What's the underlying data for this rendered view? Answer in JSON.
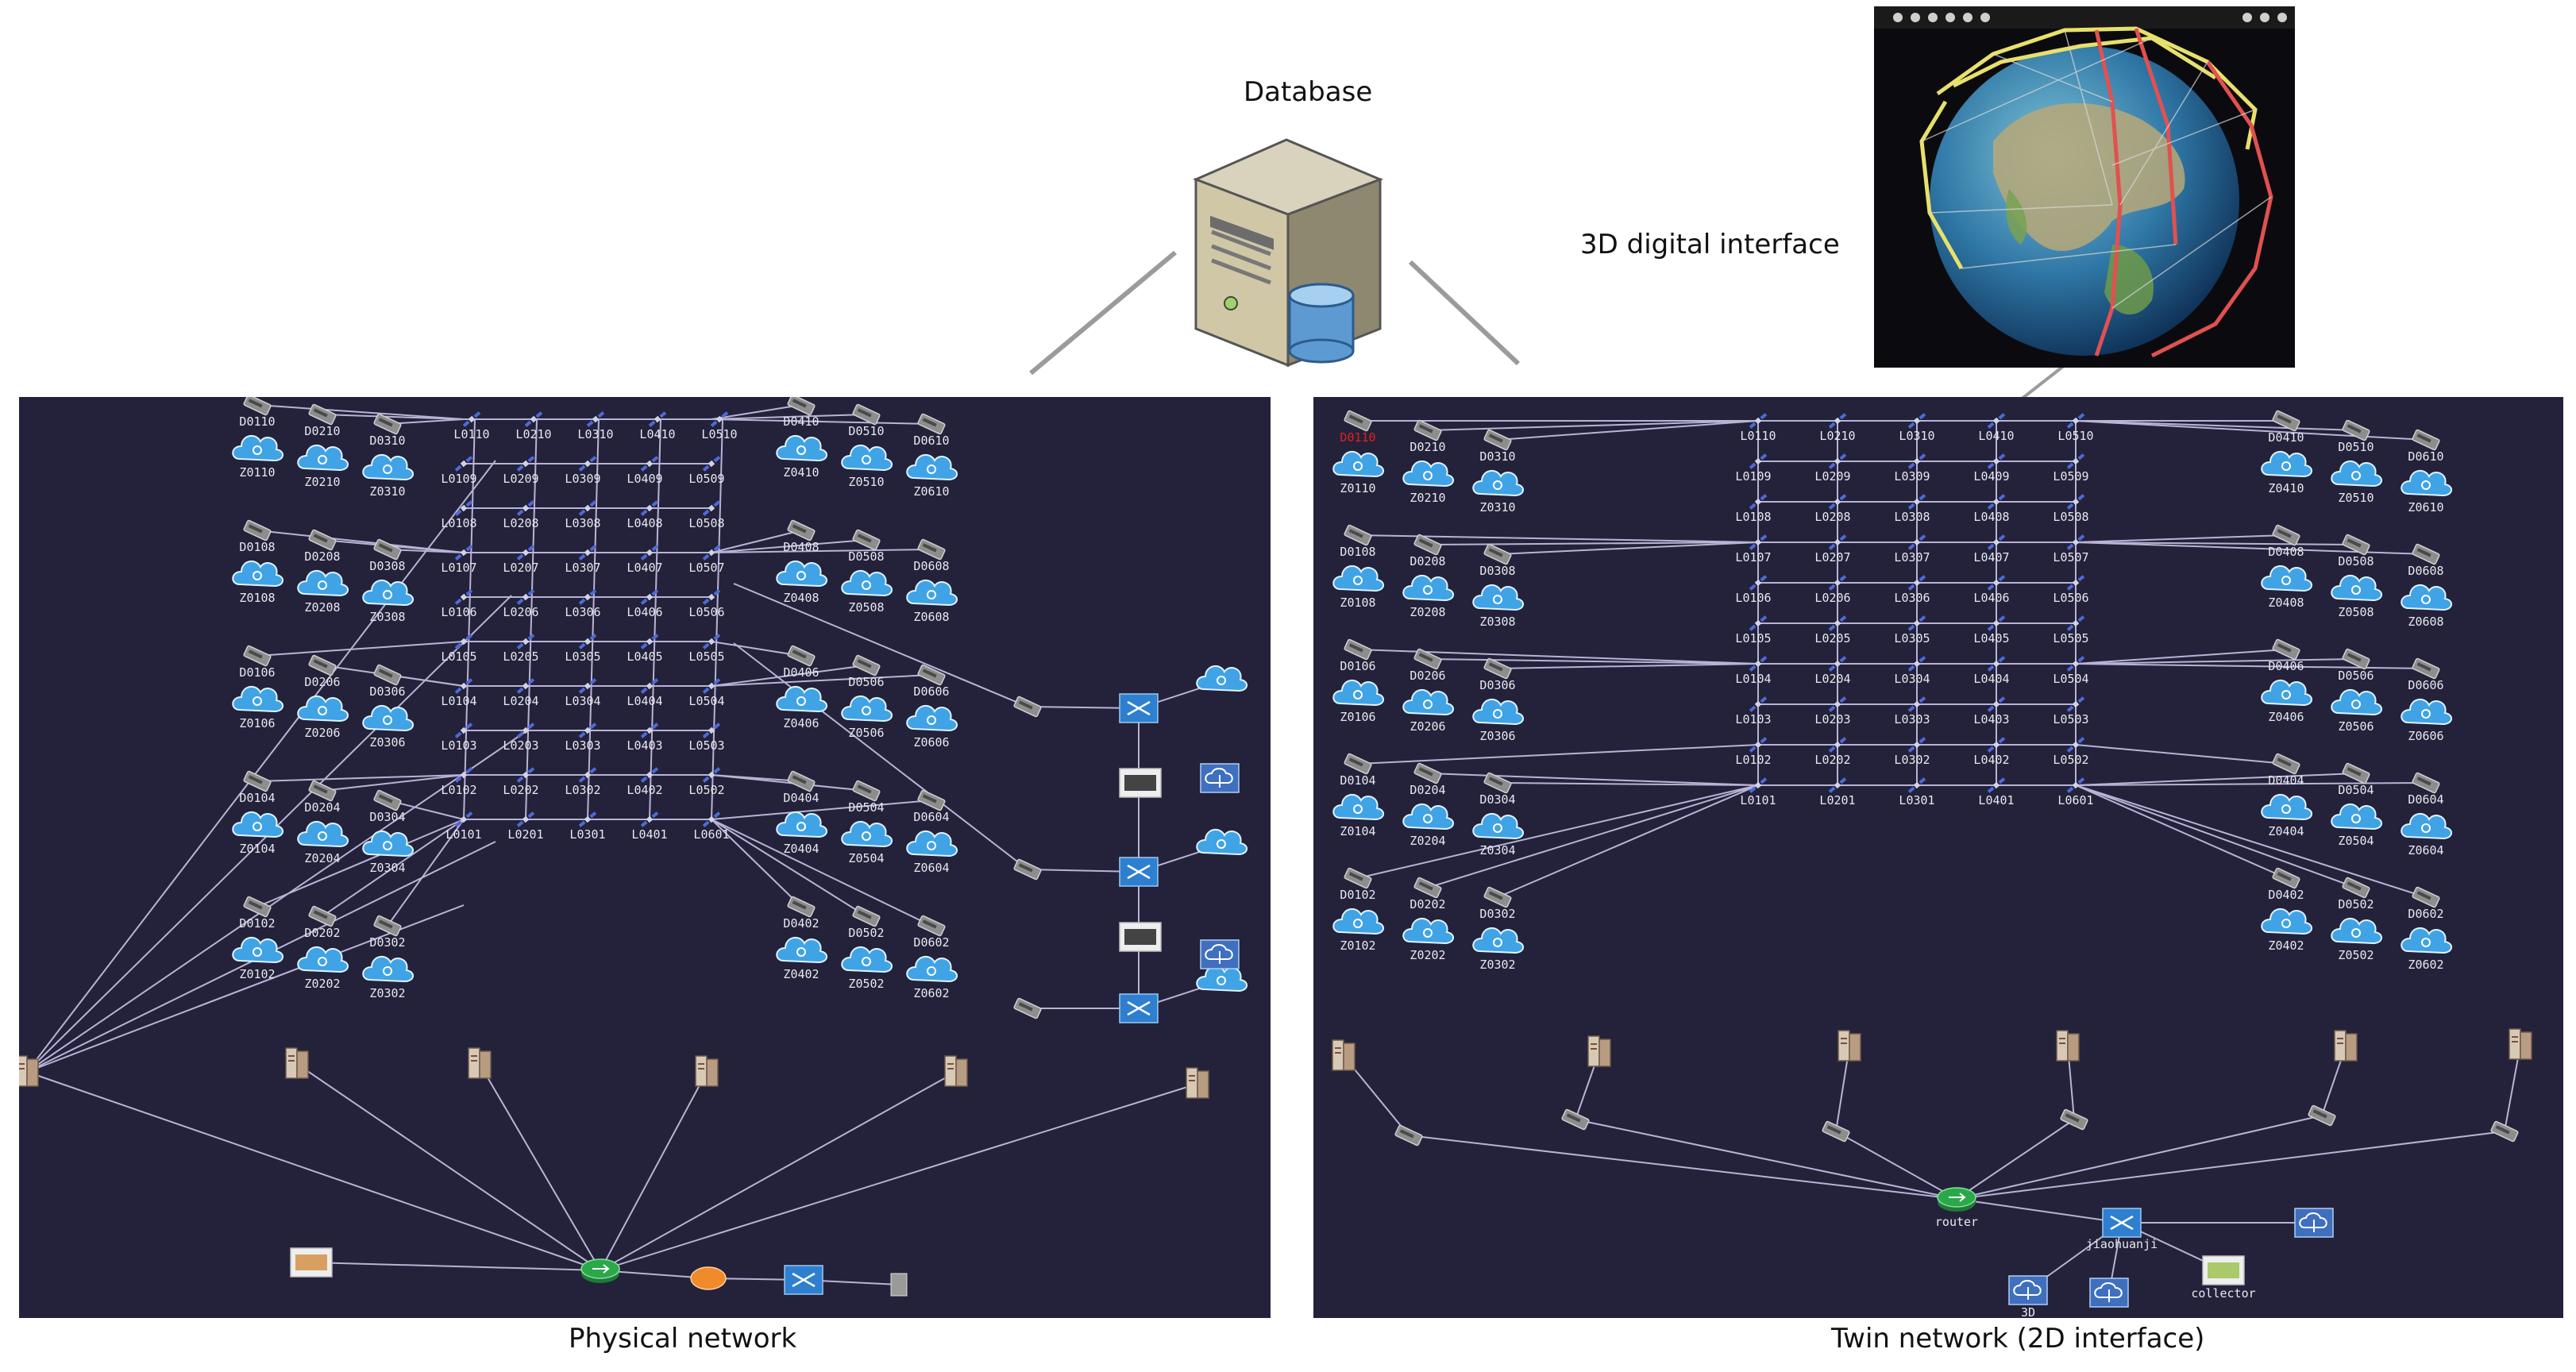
{
  "captions": {
    "database": "Database",
    "interface_3d": "3D digital interface",
    "physical": "Physical network",
    "twin": "Twin network (2D interface)"
  },
  "twin_labels": {
    "router": "router",
    "switch": "jiaohuanji",
    "collector": "collector",
    "storage_3d": "3D"
  },
  "colors": {
    "panel_bg": "#23223a",
    "link_line": "#b9b3d6",
    "cloud": "#3fa3e6",
    "router": "#2aa84a",
    "switch": "#2e7fd0",
    "orbit_yellow": "#e8e06a",
    "orbit_red": "#e25050"
  },
  "grid_columns": [
    "01",
    "02",
    "03",
    "04",
    "05"
  ],
  "grid_rows": [
    "10",
    "09",
    "08",
    "07",
    "06",
    "05",
    "04",
    "03",
    "02",
    "01"
  ],
  "d_left": [
    "D0110",
    "D0210",
    "D0310",
    "D0108",
    "D0208",
    "D0308",
    "D0106",
    "D0206",
    "D0306",
    "D0104",
    "D0204",
    "D0304",
    "D0102",
    "D0202",
    "D0302"
  ],
  "z_left": [
    "Z0110",
    "Z0210",
    "Z0310",
    "Z0108",
    "Z0208",
    "Z0308",
    "Z0106",
    "Z0206",
    "Z0306",
    "Z0104",
    "Z0204",
    "Z0304",
    "Z0102",
    "Z0202",
    "Z0302"
  ],
  "d_right": [
    "D0410",
    "D0510",
    "D0610",
    "D0408",
    "D0508",
    "D0608",
    "D0406",
    "D0506",
    "D0606",
    "D0404",
    "D0504",
    "D0604",
    "D0402",
    "D0502",
    "D0602"
  ],
  "z_right": [
    "Z0410",
    "Z0510",
    "Z0610",
    "Z0408",
    "Z0508",
    "Z0608",
    "Z0406",
    "Z0506",
    "Z0606",
    "Z0404",
    "Z0504",
    "Z0604",
    "Z0402",
    "Z0502",
    "Z0602"
  ],
  "top_l_labels": [
    "L0110",
    "L0210",
    "L0310",
    "L0410",
    "L0510"
  ],
  "bottom_l_labels_physical": [
    "L0101",
    "L0201",
    "L0301",
    "L0401",
    "L0601"
  ],
  "bottom_l_labels_twin": [
    "L0101",
    "L0201",
    "L0301",
    "L0401",
    "L0601"
  ]
}
